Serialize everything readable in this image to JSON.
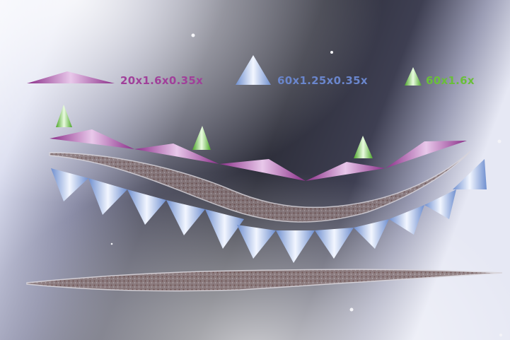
{
  "legend": [
    {
      "label": "20x1.6x0.35x",
      "color": "#a0409a"
    },
    {
      "label": "60x1.25x0.35x",
      "color": "#5a78c8"
    },
    {
      "label": "60x1.6x",
      "color": "#6abf3a"
    }
  ],
  "icons": {
    "magenta": "wide-flat-triangle-icon",
    "blue": "tall-blue-triangle-icon",
    "green": "small-green-triangle-icon"
  },
  "colors": {
    "magenta": "#a0409a",
    "blue": "#8aa6d8",
    "green": "#6abf3a",
    "background_dark": "#2a2a3a"
  }
}
